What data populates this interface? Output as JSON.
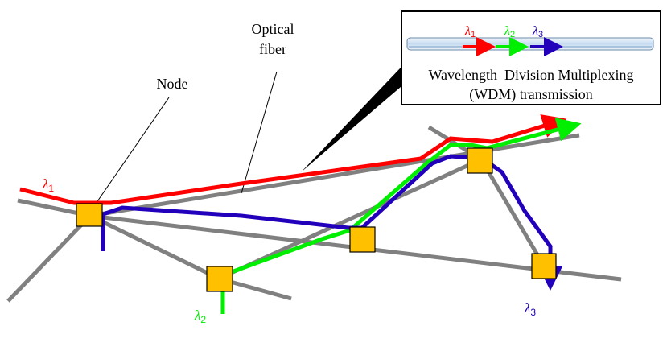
{
  "labels": {
    "node": "Node",
    "optical_fiber_line1": "Optical",
    "optical_fiber_line2": "fiber"
  },
  "wdm_box": {
    "caption_line1": "Wavelength  Division Multiplexing",
    "caption_line2": "(WDM) transmission"
  },
  "wavelengths": [
    {
      "symbol": "λ",
      "subscript": "1",
      "color": "#ff0000"
    },
    {
      "symbol": "λ",
      "subscript": "2",
      "color": "#00ee00"
    },
    {
      "symbol": "λ",
      "subscript": "3",
      "color": "#2200bb"
    }
  ],
  "colors": {
    "fiber": "#808080",
    "node_fill": "#ffc000",
    "node_stroke": "#000000",
    "fiber_tube": "#cfe0f2"
  }
}
